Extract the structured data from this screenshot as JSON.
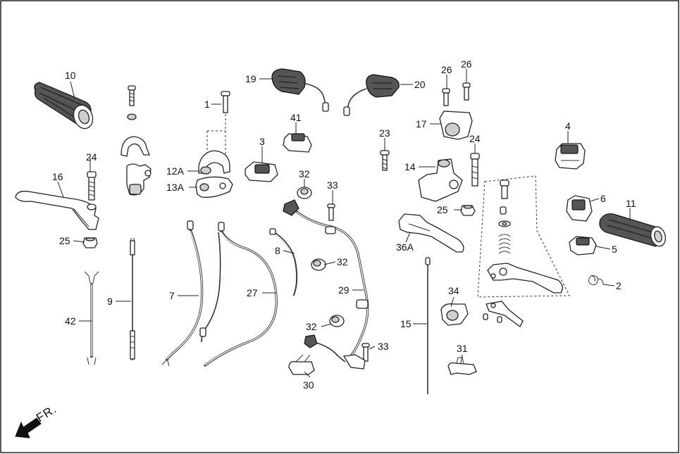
{
  "labels": {
    "p10": "10",
    "p19": "19",
    "p20": "20",
    "p26a": "26",
    "p26b": "26",
    "p1": "1",
    "p41": "41",
    "p17": "17",
    "p23": "23",
    "p24a": "24",
    "p24b": "24",
    "p3": "3",
    "p14": "14",
    "p4": "4",
    "p12a": "12A",
    "p13a": "13A",
    "p16": "16",
    "p32a": "32",
    "p33a": "33",
    "p25a": "25",
    "p6": "6",
    "p11": "11",
    "p36a": "36A",
    "p5": "5",
    "p25b": "25",
    "p8": "8",
    "p32b": "32",
    "p2": "2",
    "p9": "9",
    "p7": "7",
    "p27": "27",
    "p29": "29",
    "p34": "34",
    "p42": "42",
    "p32c": "32",
    "p15": "15",
    "p33b": "33",
    "p31": "31",
    "p30": "30"
  },
  "direction": {
    "text": "FR.",
    "icon": "front-direction-arrow-icon"
  }
}
